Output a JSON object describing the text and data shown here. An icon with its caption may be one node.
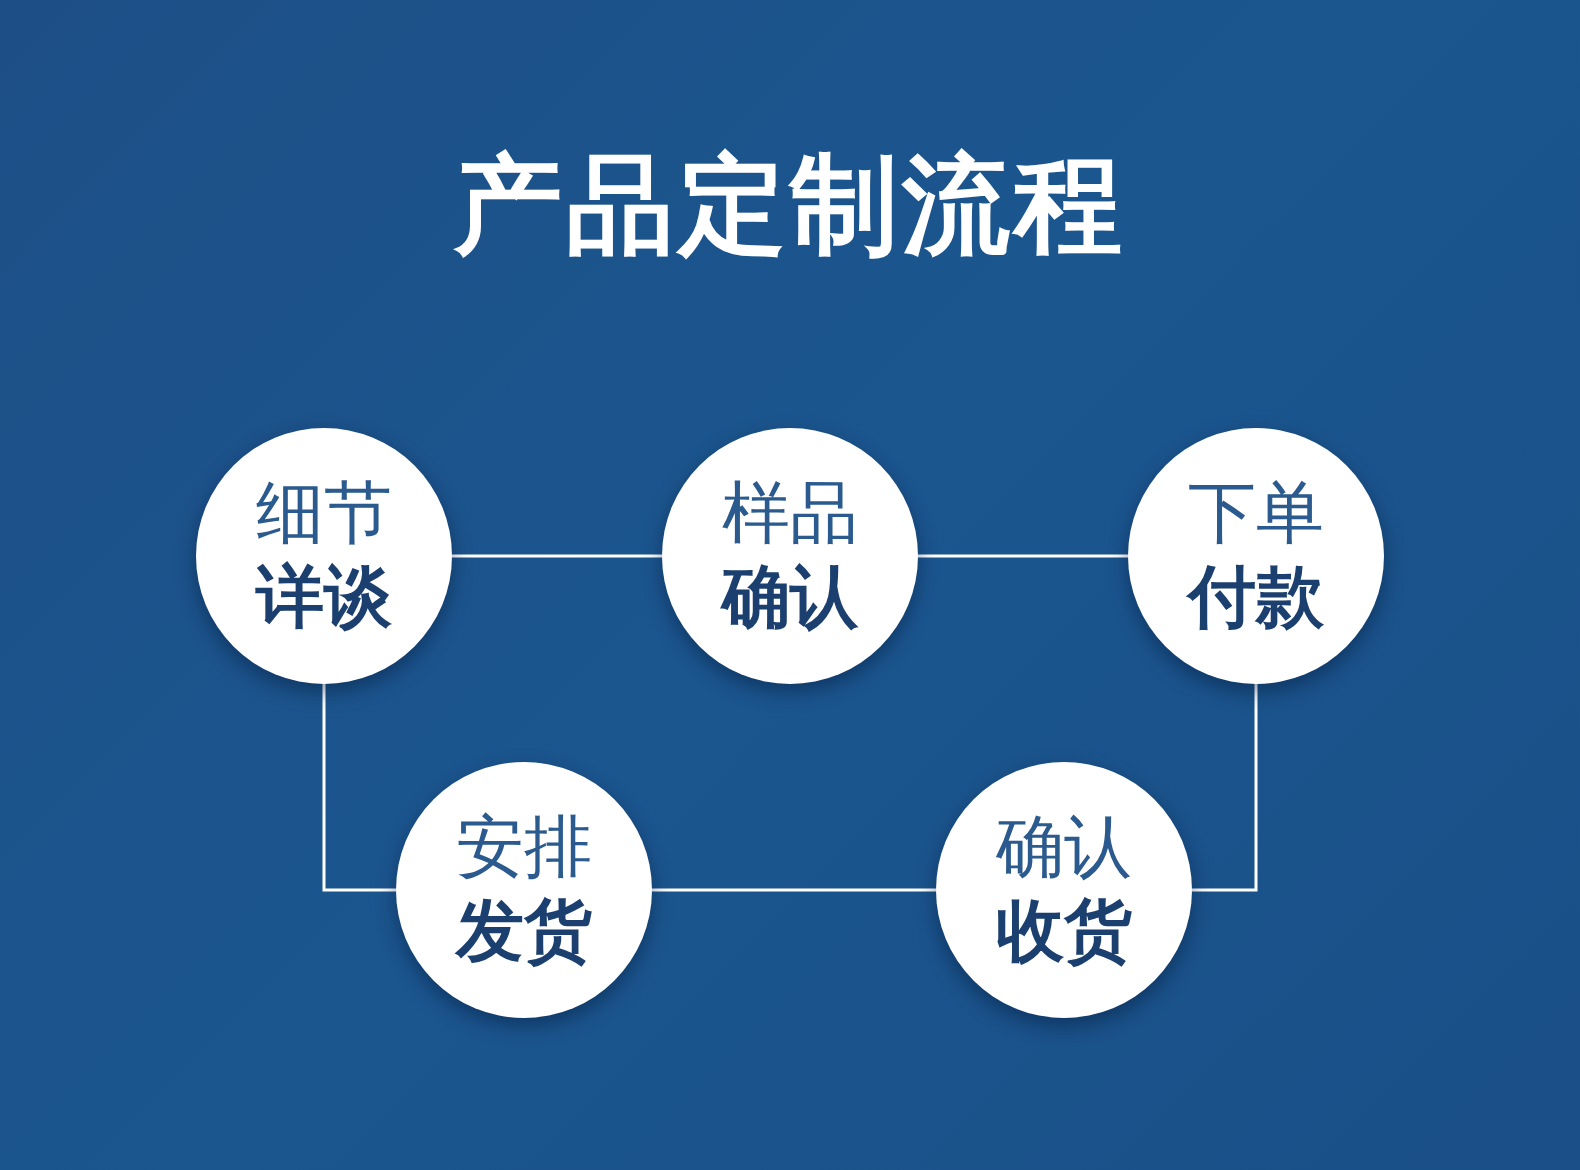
{
  "diagram": {
    "title": "产品定制流程",
    "nodes": [
      {
        "text": [
          "细节",
          "详谈"
        ]
      },
      {
        "text": [
          "样品",
          "确认"
        ]
      },
      {
        "text": [
          "下单",
          "付款"
        ]
      },
      {
        "text": [
          "安排",
          "发货"
        ]
      },
      {
        "text": [
          "确认",
          "收货"
        ]
      }
    ],
    "edges": [
      {
        "from": 0,
        "to": 1,
        "arrow": "none"
      },
      {
        "from": 1,
        "to": 2,
        "arrow": "none"
      },
      {
        "from": 2,
        "to": 4,
        "arrow": "none"
      },
      {
        "from": 4,
        "to": 3,
        "arrow": "none"
      },
      {
        "from": 3,
        "to": 0,
        "arrow": "none"
      }
    ]
  }
}
